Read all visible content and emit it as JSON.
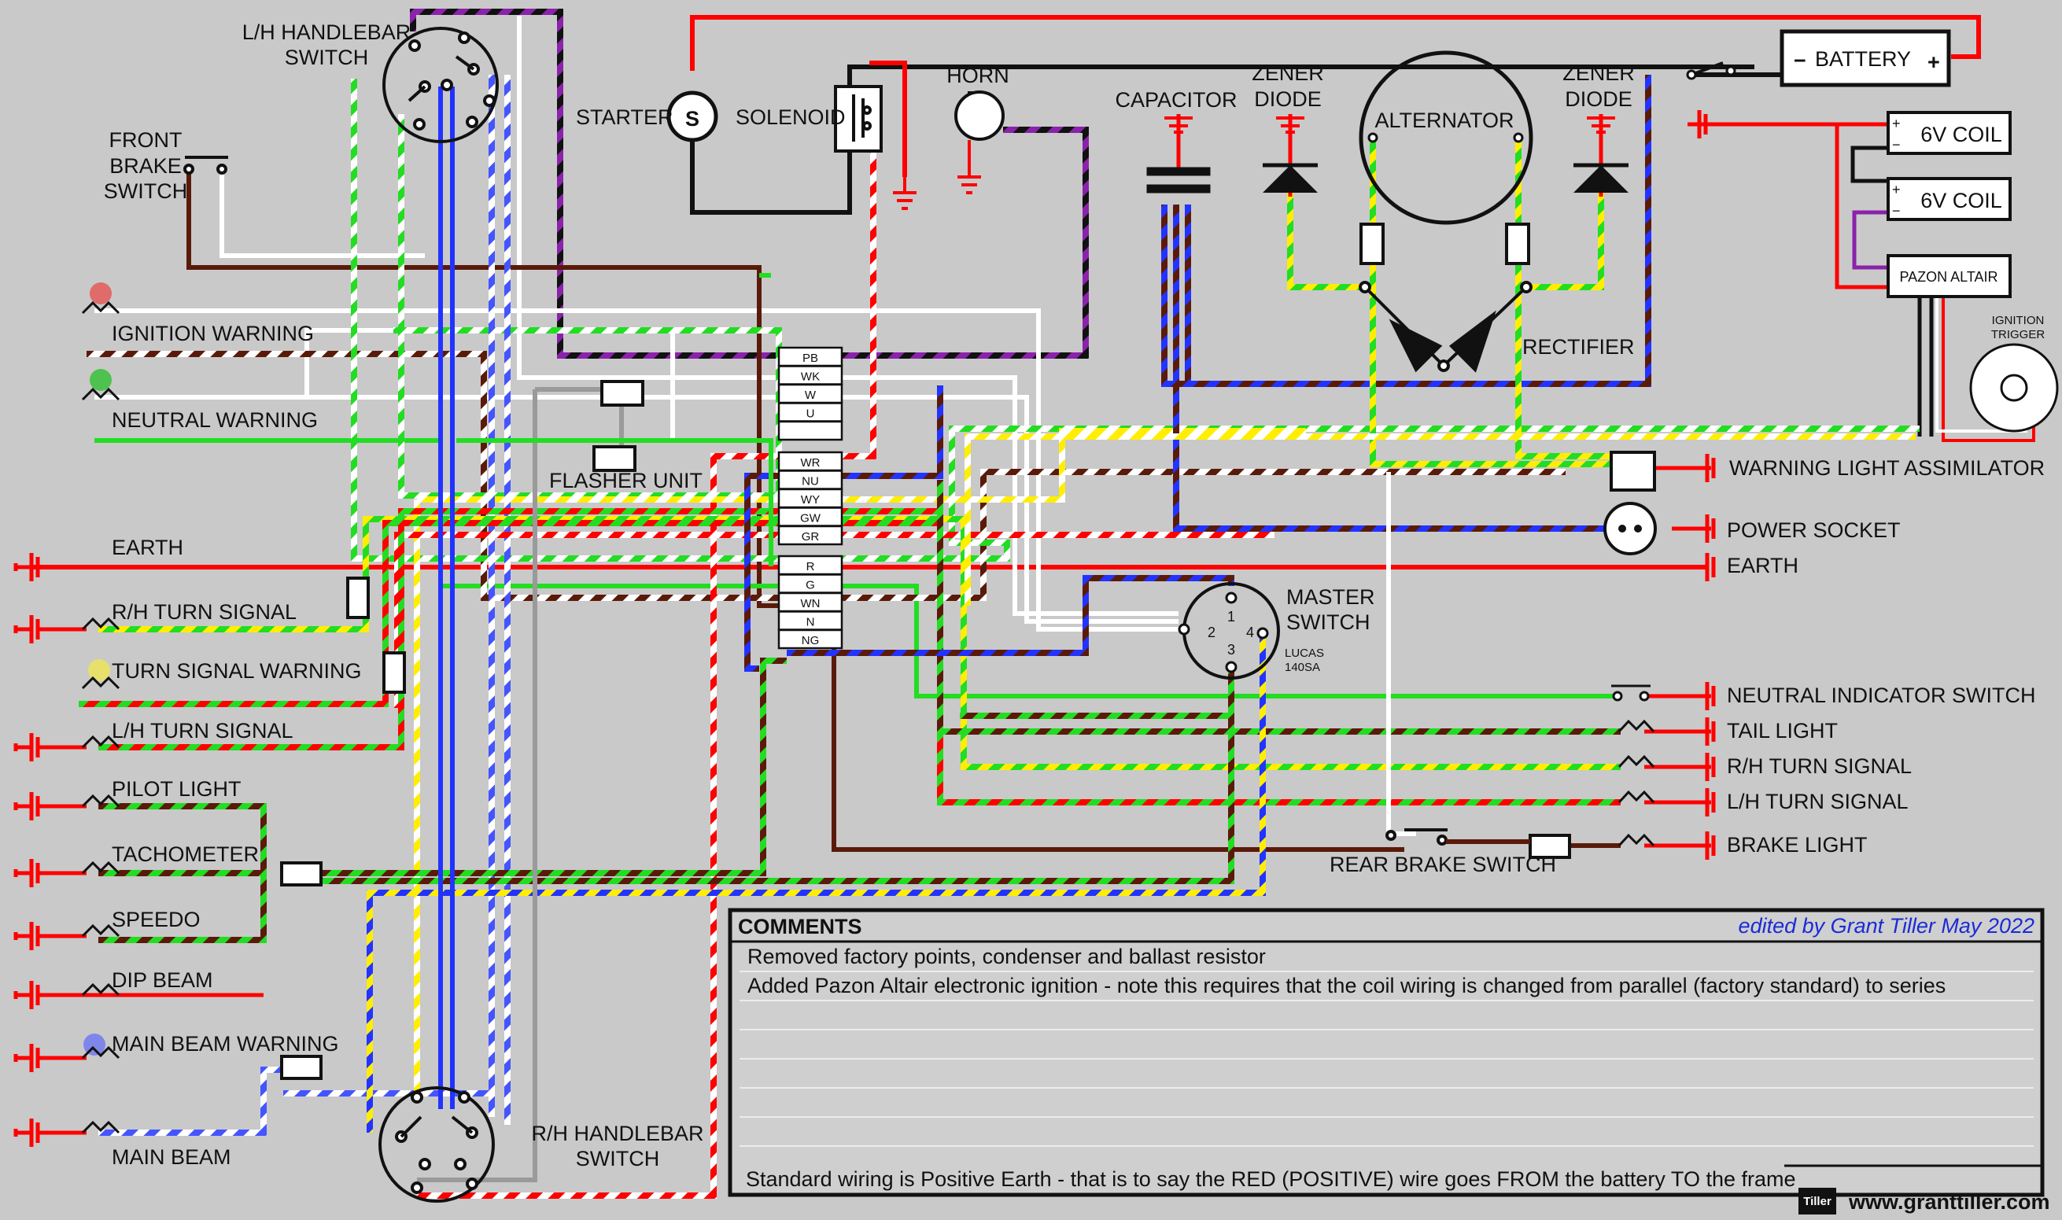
{
  "labels": {
    "lh_handlebar_1": "L/H HANDLEBAR",
    "lh_handlebar_2": "SWITCH",
    "front_brake_1": "FRONT",
    "front_brake_2": "BRAKE",
    "front_brake_3": "SWITCH",
    "starter": "STARTER",
    "starter_symbol": "S",
    "solenoid": "SOLENOID",
    "horn": "HORN",
    "capacitor": "CAPACITOR",
    "zener_1": "ZENER",
    "zener_2": "DIODE",
    "alternator": "ALTERNATOR",
    "battery": "BATTERY",
    "battery_minus": "−",
    "battery_plus": "+",
    "coil_1": "6V COIL",
    "coil_2": "6V COIL",
    "coil_plus": "+",
    "coil_minus": "−",
    "pazon": "PAZON ALTAIR",
    "ignition_trigger_1": "IGNITION",
    "ignition_trigger_2": "TRIGGER",
    "rectifier": "RECTIFIER",
    "flasher_unit": "FLASHER UNIT",
    "master_switch_1": "MASTER",
    "master_switch_2": "SWITCH",
    "master_model_1": "LUCAS",
    "master_model_2": "140SA",
    "ms_pin1": "1",
    "ms_pin2": "2",
    "ms_pin3": "3",
    "ms_pin4": "4",
    "rear_brake": "REAR BRAKE SWITCH",
    "rh_handlebar_1": "R/H HANDLEBAR",
    "rh_handlebar_2": "SWITCH"
  },
  "left_items": {
    "ignition_warning": "IGNITION WARNING",
    "neutral_warning": "NEUTRAL WARNING",
    "earth": "EARTH",
    "rh_turn": "R/H TURN SIGNAL",
    "turn_warning": "TURN SIGNAL WARNING",
    "lh_turn": "L/H TURN SIGNAL",
    "pilot": "PILOT LIGHT",
    "tacho": "TACHOMETER",
    "speedo": "SPEEDO",
    "dip": "DIP BEAM",
    "main_warning": "MAIN BEAM WARNING",
    "main_beam": "MAIN BEAM"
  },
  "right_items": {
    "warning_assim": "WARNING LIGHT ASSIMILATOR",
    "power_socket": "POWER SOCKET",
    "earth": "EARTH",
    "neutral_switch": "NEUTRAL INDICATOR SWITCH",
    "tail": "TAIL LIGHT",
    "rh_turn": "R/H TURN SIGNAL",
    "lh_turn": "L/H TURN SIGNAL",
    "brake": "BRAKE LIGHT"
  },
  "connector_block_top": [
    "PB",
    "WK",
    "W",
    "U",
    ""
  ],
  "connector_block_mid": [
    "WR",
    "NU",
    "WY",
    "GW",
    "GR"
  ],
  "connector_block_low": [
    "R",
    "G",
    "WN",
    "N",
    "NG"
  ],
  "comments": {
    "title": "COMMENTS",
    "edited_by": "edited by Grant Tiller May 2022",
    "line1": "Removed factory points, condenser and ballast resistor",
    "line2": "Added Pazon Altair electronic ignition - note this requires that the coil wiring is changed from parallel (factory standard) to series",
    "footer": "Standard wiring is Positive Earth - that is to say the RED (POSITIVE) wire goes FROM the battery TO the frame"
  },
  "brand": {
    "logo": "Tiller",
    "site": "www.granttiller.com"
  },
  "colors": {
    "background": "#c9c9c9",
    "red": "#ff0000",
    "black": "#111111",
    "white": "#ffffff",
    "brown": "#5a1a0a",
    "green": "#22dd22",
    "yellow": "#ffee00",
    "blue": "#2233ff",
    "purple": "#8a22aa",
    "grey": "#9a9a9a",
    "credit_blue": "#1a2bd6"
  }
}
